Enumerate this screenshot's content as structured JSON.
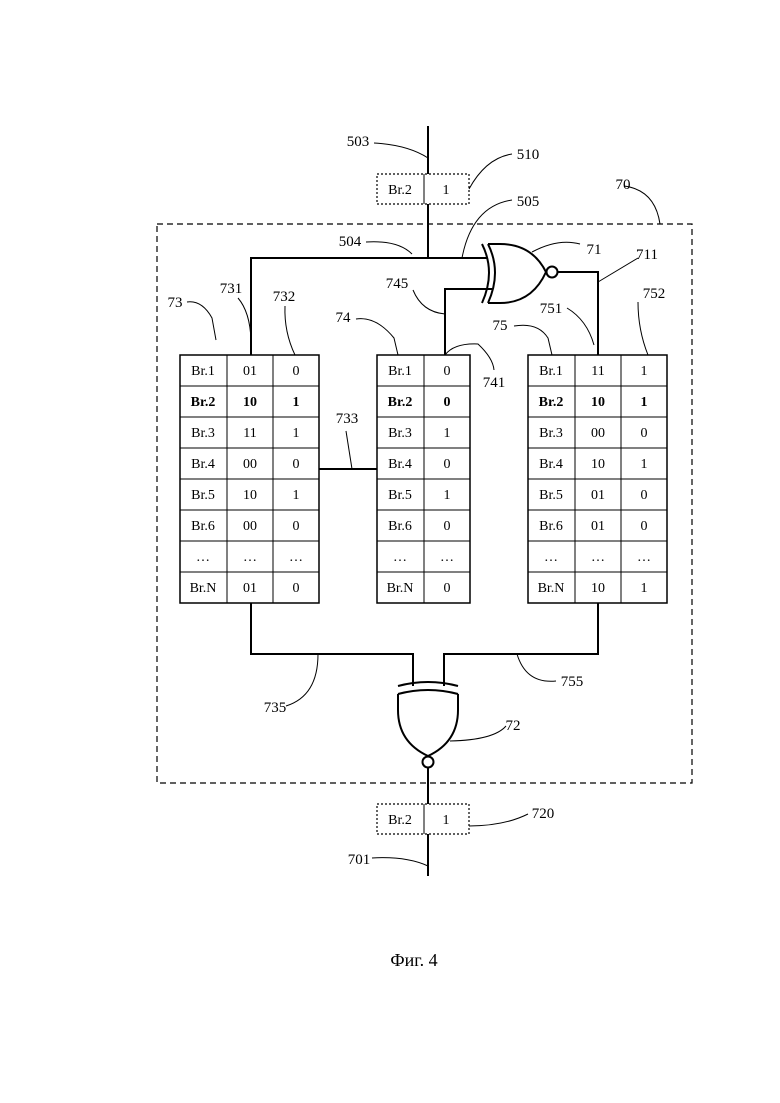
{
  "refs": {
    "r503": "503",
    "r510": "510",
    "r70": "70",
    "r505": "505",
    "r504": "504",
    "r71": "71",
    "r711": "711",
    "r745": "745",
    "r73": "73",
    "r731": "731",
    "r732": "732",
    "r74": "74",
    "r75": "75",
    "r751": "751",
    "r752": "752",
    "r741": "741",
    "r733": "733",
    "r735": "735",
    "r755": "755",
    "r72": "72",
    "r720": "720",
    "r701": "701"
  },
  "input_packet": {
    "branch": "Br.2",
    "bit": "1"
  },
  "output_packet": {
    "branch": "Br.2",
    "bit": "1"
  },
  "table73": {
    "rows": [
      {
        "branch": "Br.1",
        "code": "01",
        "bit": "0"
      },
      {
        "branch": "Br.2",
        "code": "10",
        "bit": "1"
      },
      {
        "branch": "Br.3",
        "code": "11",
        "bit": "1"
      },
      {
        "branch": "Br.4",
        "code": "00",
        "bit": "0"
      },
      {
        "branch": "Br.5",
        "code": "10",
        "bit": "1"
      },
      {
        "branch": "Br.6",
        "code": "00",
        "bit": "0"
      },
      {
        "branch": "…",
        "code": "…",
        "bit": "…"
      },
      {
        "branch": "Br.N",
        "code": "01",
        "bit": "0"
      }
    ]
  },
  "table74": {
    "rows": [
      {
        "branch": "Br.1",
        "bit": "0"
      },
      {
        "branch": "Br.2",
        "bit": "0"
      },
      {
        "branch": "Br.3",
        "bit": "1"
      },
      {
        "branch": "Br.4",
        "bit": "0"
      },
      {
        "branch": "Br.5",
        "bit": "1"
      },
      {
        "branch": "Br.6",
        "bit": "0"
      },
      {
        "branch": "…",
        "bit": "…"
      },
      {
        "branch": "Br.N",
        "bit": "0"
      }
    ]
  },
  "table75": {
    "rows": [
      {
        "branch": "Br.1",
        "code": "11",
        "bit": "1"
      },
      {
        "branch": "Br.2",
        "code": "10",
        "bit": "1"
      },
      {
        "branch": "Br.3",
        "code": "00",
        "bit": "0"
      },
      {
        "branch": "Br.4",
        "code": "10",
        "bit": "1"
      },
      {
        "branch": "Br.5",
        "code": "01",
        "bit": "0"
      },
      {
        "branch": "Br.6",
        "code": "01",
        "bit": "0"
      },
      {
        "branch": "…",
        "code": "…",
        "bit": "…"
      },
      {
        "branch": "Br.N",
        "code": "10",
        "bit": "1"
      }
    ]
  },
  "caption": "Фиг. 4"
}
